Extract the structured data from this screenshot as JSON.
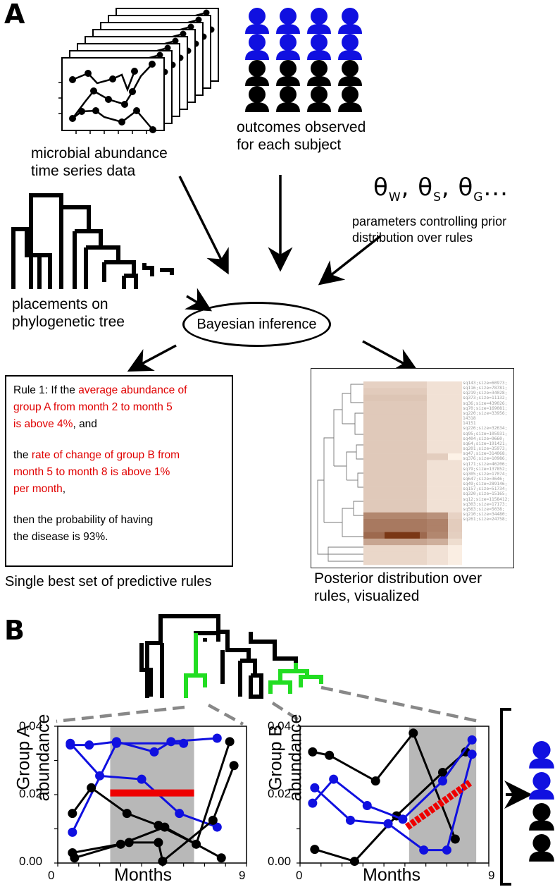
{
  "panel_a": {
    "letter": "A",
    "timeseries_caption": [
      "microbial abundance",
      "time series data"
    ],
    "outcomes_caption": [
      "outcomes observed",
      "for each subject"
    ],
    "theta": [
      {
        "symbol": "θ",
        "sub": "W"
      },
      {
        "symbol": "θ",
        "sub": "S"
      },
      {
        "symbol": "θ",
        "sub": "G"
      }
    ],
    "theta_ellipsis": "...",
    "parameters_caption": [
      "parameters controlling prior",
      "distribution over rules"
    ],
    "tree_caption": [
      "placements on",
      "phylogenetic tree"
    ],
    "inference_label": "Bayesian inference",
    "rule_text": {
      "l1_black": "Rule 1: If the ",
      "l1_red": "average abundance of",
      "l2_red": "group A  from month 2 to month 5",
      "l3_red": "is above  4%",
      "l3_black": ", and",
      "l4_black": "the ",
      "l4_red": "rate of change of group B from",
      "l5_red": "month 5 to month 8 is above 1%",
      "l6_red": "per month",
      "l6_black": ",",
      "l7_black": "then the probability of having",
      "l8_black": "the disease is 93%."
    },
    "rules_caption": "Single best set of predictive rules",
    "posterior_caption": [
      "Posterior distribution over",
      "rules, visualized"
    ],
    "heatmap_labels": [
      "sq143;size=60973;",
      "sq116;size=78781;",
      "sq219;size=34028;",
      "sq373;size=11132;",
      "sq36;size=439026;",
      "sq70;size=169081;",
      "sq220;size=33956;",
      "14318",
      "14151",
      "sq226;size=32634;",
      "sq95;size=105931;",
      "sq404;size=9660;",
      "sq64;size=191421;",
      "sq201;size=35973;",
      "sq47;size=314068;",
      "sq376;size=10986;",
      "sq171;size=46206;",
      "sq79;size=137852;",
      "sq305;size=17074;",
      "sq647;size=3646;",
      "sq49;size=289146;",
      "sq157;size=51734;",
      "sq320;size=15165;",
      "sq12;size=1158412;",
      "sq303;size=17173;",
      "sq563;size=5038;",
      "sq210;size=34480;",
      "sq261;size=24758;"
    ]
  },
  "panel_b": {
    "letter": "B",
    "left_plot": {
      "ylabel": [
        "Group A",
        "abundance"
      ],
      "xlabel": "Months",
      "yticks": [
        "0.04",
        "0.02",
        "0.00"
      ],
      "xticks": [
        "0",
        "9"
      ]
    },
    "right_plot": {
      "ylabel": [
        "Group B",
        "abundance"
      ],
      "xlabel": "Months",
      "yticks": [
        "0.04",
        "0.02",
        "0.00"
      ],
      "xticks": [
        "0",
        "9"
      ]
    },
    "colors": {
      "series_black": "#000000",
      "series_blue": "#1010e0",
      "rule_red": "#ee0000",
      "highlight_green": "#22dd22",
      "window_gray": "#b8b8b8"
    }
  },
  "chart_data": [
    {
      "type": "line",
      "xlabel": "Months",
      "ylabel": "Group A abundance",
      "xlim": [
        0,
        9
      ],
      "ylim": [
        0,
        0.04
      ],
      "shaded_window": [
        2.5,
        6.5
      ],
      "threshold_segment": {
        "x": [
          2.5,
          6.5
        ],
        "y": [
          0.0205,
          0.0205
        ]
      },
      "series": [
        {
          "color": "#1010e0",
          "x": [
            0.6,
            1.5,
            2.8,
            4.6,
            5.4,
            7.6
          ],
          "y": [
            0.0345,
            0.0345,
            0.0355,
            0.0325,
            0.0355,
            0.0365
          ]
        },
        {
          "color": "#1010e0",
          "x": [
            0.6,
            2.0,
            4.0,
            5.8,
            7.6
          ],
          "y": [
            0.035,
            0.0255,
            0.0245,
            0.0145,
            0.0105
          ]
        },
        {
          "color": "#1010e0",
          "x": [
            0.7,
            2.8,
            6.0
          ],
          "y": [
            0.009,
            0.035,
            0.035
          ]
        },
        {
          "color": "#000000",
          "x": [
            0.7,
            1.6,
            3.3,
            4.8,
            6.6,
            8.2
          ],
          "y": [
            0.0145,
            0.022,
            0.0145,
            0.011,
            0.0055,
            0.0355
          ]
        },
        {
          "color": "#000000",
          "x": [
            0.7,
            3.4,
            4.8,
            5.0,
            7.4,
            8.4
          ],
          "y": [
            0.003,
            0.006,
            0.006,
            0.0005,
            0.0125,
            0.0285
          ]
        },
        {
          "color": "#000000",
          "x": [
            0.8,
            3.0,
            5.1,
            7.8
          ],
          "y": [
            0.0015,
            0.0055,
            0.0105,
            0.0015
          ]
        }
      ]
    },
    {
      "type": "line",
      "xlabel": "Months",
      "ylabel": "Group B abundance",
      "xlim": [
        0,
        9
      ],
      "ylim": [
        0,
        0.04
      ],
      "shaded_window": [
        5.2,
        8.4
      ],
      "threshold_segment": {
        "x": [
          5.1,
          8.1
        ],
        "y": [
          0.0105,
          0.0235
        ]
      },
      "series": [
        {
          "color": "#000000",
          "x": [
            0.6,
            1.4,
            3.6,
            5.4,
            7.4
          ],
          "y": [
            0.0325,
            0.0315,
            0.024,
            0.038,
            0.007
          ]
        },
        {
          "color": "#000000",
          "x": [
            0.7,
            2.6,
            4.6,
            6.8,
            7.9
          ],
          "y": [
            0.004,
            0.0005,
            0.0138,
            0.0265,
            0.0325
          ]
        },
        {
          "color": "#1010e0",
          "x": [
            0.6,
            1.6,
            3.2,
            4.9,
            6.8,
            8.2
          ],
          "y": [
            0.0175,
            0.0245,
            0.0168,
            0.0128,
            0.024,
            0.036
          ]
        },
        {
          "color": "#1010e0",
          "x": [
            0.7,
            2.4,
            4.2,
            5.9,
            7.0,
            8.2
          ],
          "y": [
            0.022,
            0.0125,
            0.0115,
            0.0038,
            0.0038,
            0.0318
          ]
        }
      ]
    }
  ]
}
